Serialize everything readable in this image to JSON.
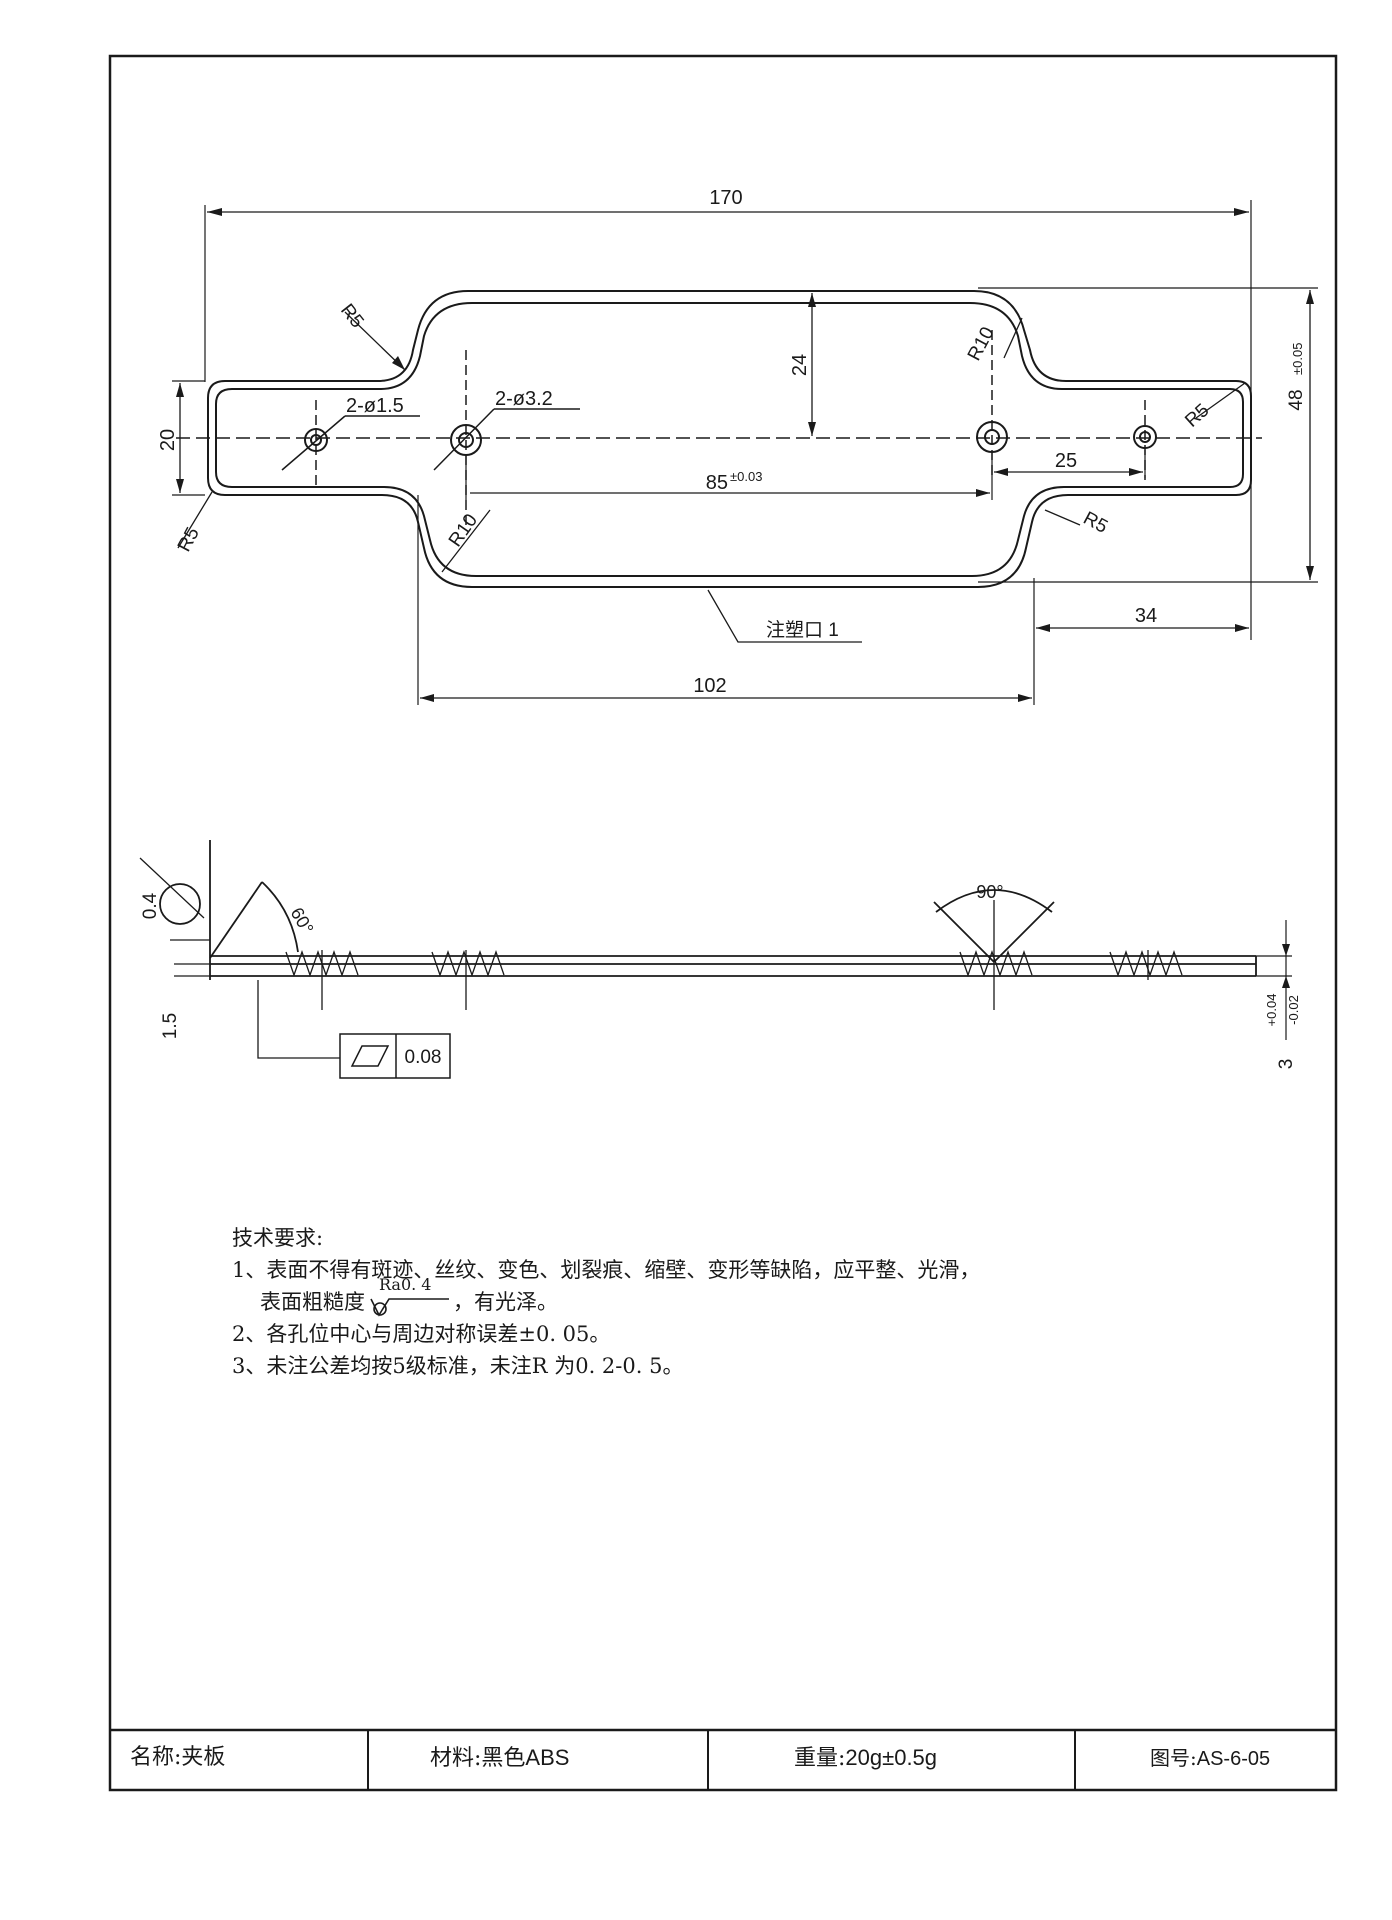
{
  "top_view": {
    "dim_overall_length": "170",
    "dim_end_width": "20",
    "dim_half_width": "24",
    "dim_overall_width": "48",
    "dim_overall_width_tol": "±0.05",
    "dim_hole_spacing": "85",
    "dim_hole_spacing_tol": "±0.03",
    "dim_end_hole_offset": "25",
    "dim_center_length": "102",
    "dim_end_length": "34",
    "small_holes": "2-ø1.5",
    "large_holes": "2-ø3.2",
    "radius_5": "R5",
    "radius_10": "R10",
    "gate_label": "注塑口 1"
  },
  "side_view": {
    "dim_rib_height": "0.4",
    "dim_thickness": "1.5",
    "angle_left": "60°",
    "angle_center": "90°",
    "flatness_value": "0.08",
    "dim_total": "3",
    "tol_upper": "+0.04",
    "tol_lower": "-0.02"
  },
  "tech_requirements": {
    "title": "技术要求:",
    "item1_line1": "1、表面不得有斑迹、丝纹、变色、划裂痕、缩壁、变形等缺陷，应平整、光滑，",
    "item1_line2_prefix": "表面粗糙度",
    "roughness": "Ra0. 4",
    "item1_line2_suffix": "，有光泽。",
    "item2": "2、各孔位中心与周边对称误差±0. 05。",
    "item3": "3、未注公差均按5级标准，未注R 为0. 2-0. 5。"
  },
  "title_block": {
    "name_label": "名称:",
    "name_value": "夹板",
    "material_label": "材料:",
    "material_value": "黑色ABS",
    "weight_label": "重量:",
    "weight_value": "20g±0.5g",
    "drawing_no_label": "图号:",
    "drawing_no_value": "AS-6-05"
  },
  "colors": {
    "ink": "#1a1a1a",
    "paper": "#ffffff"
  }
}
